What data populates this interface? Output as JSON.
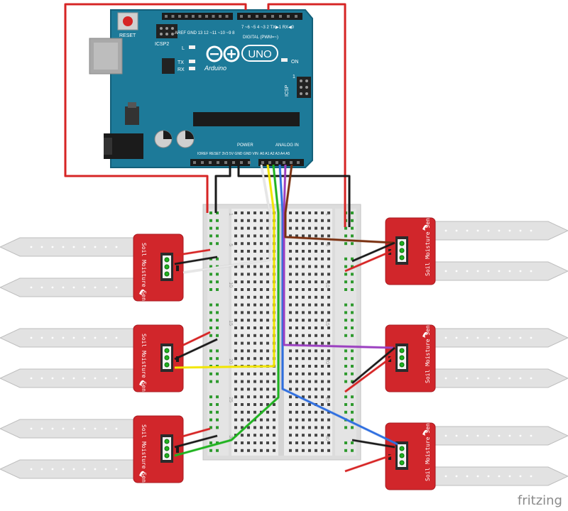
{
  "arduino": {
    "reset_label": "RESET",
    "icsp2_label": "ICSP2",
    "icsp_label": "ICSP",
    "brand_name": "Arduino",
    "model": "UNO",
    "led_l": "L",
    "led_tx": "TX",
    "led_rx": "RX",
    "led_on": "ON",
    "digital_label": "DIGITAL (PWM=~)",
    "digital_top_labels": "AREF GND 13 12 ~11 ~10 ~9 8",
    "digital_right_labels": "7 ~6 ~5 4 ~3 2 TX▶1 RX◀0",
    "power_label": "POWER",
    "power_pins": "IOREF RESET 3V3 5V GND GND VIN",
    "analog_label": "ANALOG IN",
    "analog_pins": "A0 A1 A2 A3 A4 A5",
    "side_number": "1"
  },
  "breadboard": {
    "row_numbers": [
      "1",
      "5",
      "10",
      "15",
      "20",
      "25",
      "30"
    ]
  },
  "sensors": {
    "label": "Soil Moisture Sensor",
    "items": [
      {
        "id": "left-1"
      },
      {
        "id": "left-2"
      },
      {
        "id": "left-3"
      },
      {
        "id": "right-1"
      },
      {
        "id": "right-2"
      },
      {
        "id": "right-3"
      }
    ]
  },
  "wires": {
    "colors": {
      "power": "#d62424",
      "ground": "#1a1a1a",
      "a0": "#e6e6e6",
      "a1": "#f2e600",
      "a2": "#1fb31f",
      "a3": "#2f6fe0",
      "a4": "#9b3fc0",
      "a5": "#7a3010"
    }
  },
  "branding": {
    "name": "fritzing"
  }
}
